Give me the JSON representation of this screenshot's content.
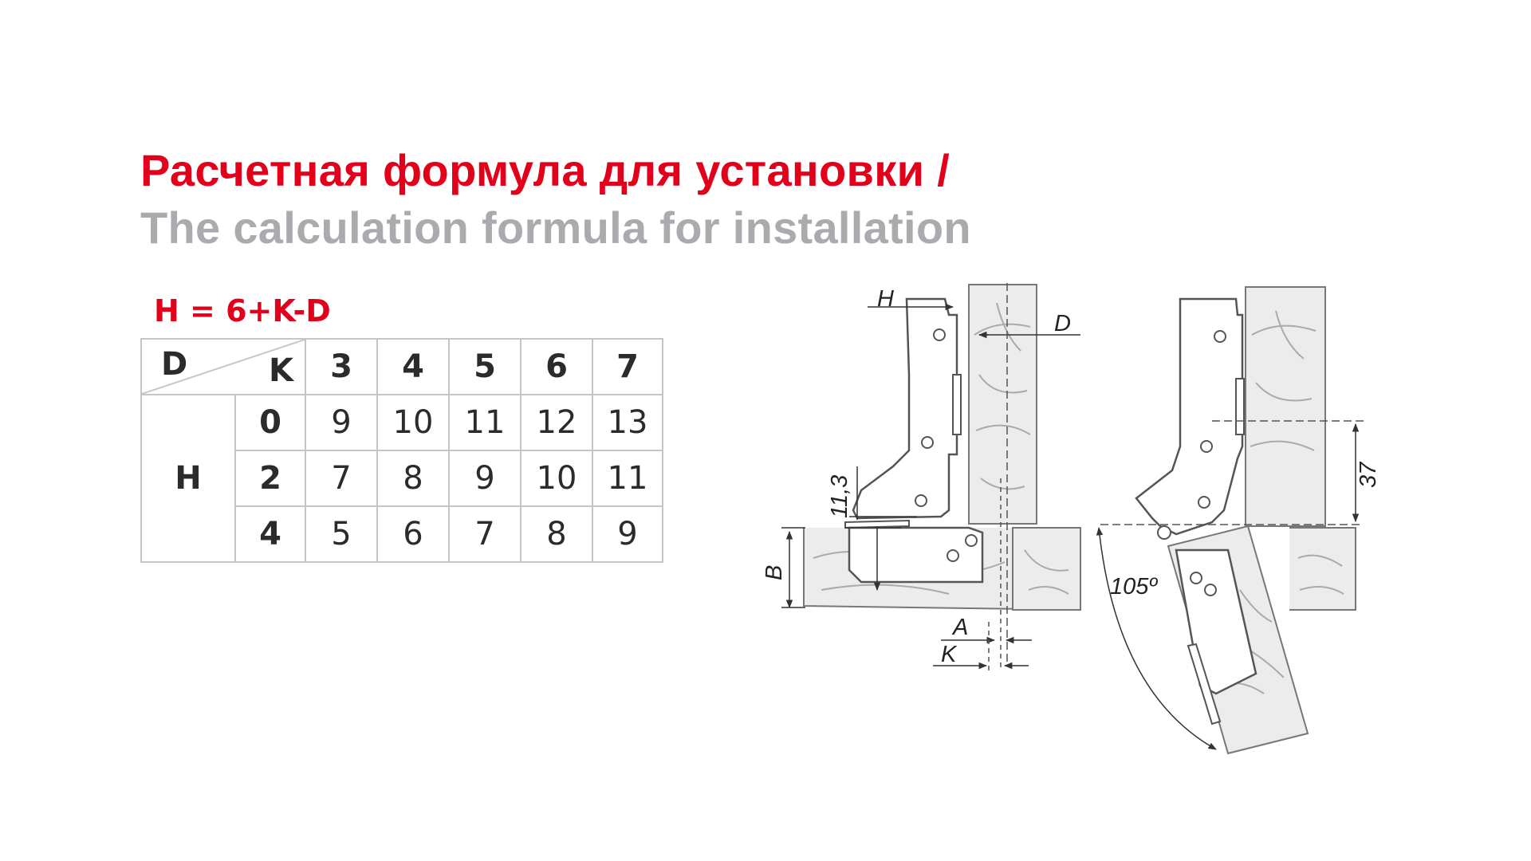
{
  "title_ru": "Расчетная формула для установки /",
  "title_en": "The calculation formula for installation",
  "formula": "H = 6+K-D",
  "colors": {
    "accent_red": "#e3001b",
    "subtitle_gray": "#a9abae",
    "grid_gray": "#c6c6c6"
  },
  "table": {
    "corner_top": "D",
    "corner_bottom": "K",
    "row_group_label": "H",
    "k_values": [
      "3",
      "4",
      "5",
      "6",
      "7"
    ],
    "rows": [
      {
        "d": "0",
        "cells": [
          "9",
          "10",
          "11",
          "12",
          "13"
        ]
      },
      {
        "d": "2",
        "cells": [
          "7",
          "8",
          "9",
          "10",
          "11"
        ]
      },
      {
        "d": "4",
        "cells": [
          "5",
          "6",
          "7",
          "8",
          "9"
        ]
      }
    ]
  },
  "diagram_labels": {
    "H": "H",
    "D": "D",
    "dim_11_3": "11,3",
    "B": "B",
    "A": "A",
    "K": "K",
    "dim_37": "37",
    "angle": "105º"
  }
}
